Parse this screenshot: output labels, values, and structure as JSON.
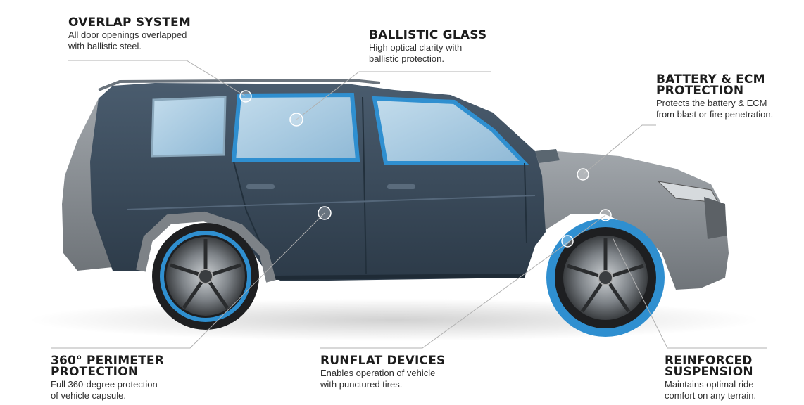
{
  "callouts": {
    "overlap_system": {
      "title": "OVERLAP SYSTEM",
      "description": "All door openings overlapped\nwith ballistic steel."
    },
    "ballistic_glass": {
      "title": "BALLISTIC GLASS",
      "description": "High optical clarity with\nballistic protection."
    },
    "battery_ecm": {
      "title": "BATTERY & ECM\nPROTECTION",
      "description": "Protects the battery & ECM\nfrom blast or fire penetration."
    },
    "perimeter_protection": {
      "title": "360° PERIMETER\nPROTECTION",
      "description": "Full 360-degree protection\nof vehicle capsule."
    },
    "runflat_devices": {
      "title": "RUNFLAT DEVICES",
      "description": "Enables operation of vehicle\nwith punctured tires."
    },
    "reinforced_suspension": {
      "title": "REINFORCED\nSUSPENSION",
      "description": "Maintains optimal ride\ncomfort on any terrain."
    }
  },
  "colors": {
    "armor_body": "#3a4b5c",
    "glass_frame": "#2f8fd0",
    "glass": "#a9cbe0",
    "unarmored_body": "#8a8f94",
    "label_text": "#1c1c1c"
  }
}
